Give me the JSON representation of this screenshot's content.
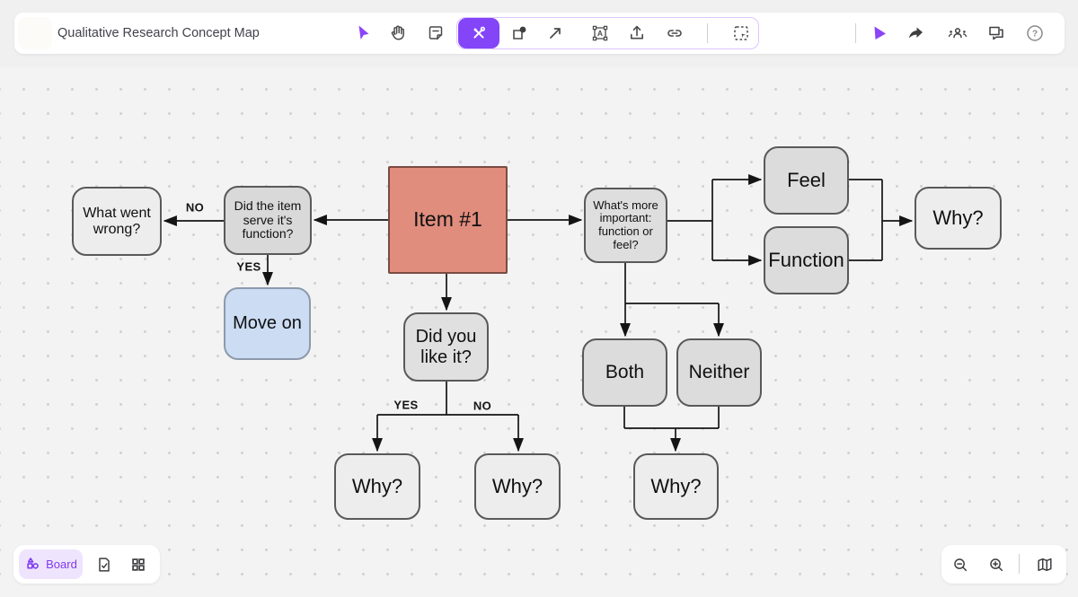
{
  "app": {
    "title": "Qualitative Research Concept Map"
  },
  "colors": {
    "accent_purple": "#8444f8",
    "light_purple_border": "#dcc6fb",
    "board_tab_bg": "#efe4fd",
    "board_tab_text": "#7e3bf0",
    "node_gray_light": "#ededed",
    "node_gray_mid": "#d9d9d9",
    "node_blue": "#cbdcf3",
    "node_red": "#e08d7e",
    "canvas_bg": "#f3f3f3",
    "dot_color": "#d2d2d2"
  },
  "toolbar": {
    "left_tools": [
      {
        "name": "select-tool",
        "icon": "cursor-icon",
        "active": false
      },
      {
        "name": "pan-tool",
        "icon": "hand-icon",
        "active": false
      },
      {
        "name": "note-tool",
        "icon": "sticky-note-icon",
        "active": false
      },
      {
        "name": "tools-menu",
        "icon": "hammer-wrench-icon",
        "active": true
      },
      {
        "name": "shape-tool",
        "icon": "square-circle-icon",
        "active": false
      },
      {
        "name": "connector-tool",
        "icon": "arrow-up-right-icon",
        "active": false
      },
      {
        "name": "text-tool",
        "icon": "text-frame-icon",
        "active": false
      },
      {
        "name": "upload-tool",
        "icon": "upload-icon",
        "active": false
      },
      {
        "name": "link-tool",
        "icon": "link-icon",
        "active": false
      },
      {
        "name": "marquee-tool",
        "icon": "dashed-select-icon",
        "active": false
      }
    ],
    "right_tools": [
      {
        "name": "present-mode",
        "icon": "play-cursor-icon"
      },
      {
        "name": "share",
        "icon": "share-arrow-icon"
      },
      {
        "name": "collaborators",
        "icon": "people-icon"
      },
      {
        "name": "comments",
        "icon": "chat-icon"
      },
      {
        "name": "help",
        "icon": "question-circle-icon"
      }
    ]
  },
  "footer": {
    "board_label": "Board",
    "left_icons": [
      "board-shapes-icon",
      "doc-check-icon",
      "grid-icon"
    ],
    "right_icons": [
      "zoom-out-icon",
      "zoom-in-icon",
      "minimap-icon"
    ]
  },
  "diagram": {
    "nodes": [
      {
        "id": "what-went-wrong",
        "label": "What went wrong?",
        "fill": "#ededed"
      },
      {
        "id": "did-item-serve",
        "label": "Did the item serve it's function?",
        "fill": "#d9d9d9"
      },
      {
        "id": "move-on",
        "label": "Move on",
        "fill": "#cbdcf3"
      },
      {
        "id": "item-1",
        "label": "Item #1",
        "fill": "#e08d7e"
      },
      {
        "id": "did-you-like-it",
        "label": "Did you like it?",
        "fill": "#e0e0e0"
      },
      {
        "id": "whats-more-important",
        "label": "What's more important: function or feel?",
        "fill": "#dedede"
      },
      {
        "id": "feel",
        "label": "Feel",
        "fill": "#dcdcdc"
      },
      {
        "id": "function",
        "label": "Function",
        "fill": "#dcdcdc"
      },
      {
        "id": "why-right",
        "label": "Why?",
        "fill": "#ededed"
      },
      {
        "id": "both",
        "label": "Both",
        "fill": "#dcdcdc"
      },
      {
        "id": "neither",
        "label": "Neither",
        "fill": "#dcdcdc"
      },
      {
        "id": "why-yes",
        "label": "Why?",
        "fill": "#ededed"
      },
      {
        "id": "why-no",
        "label": "Why?",
        "fill": "#ededed"
      },
      {
        "id": "why-both-neither",
        "label": "Why?",
        "fill": "#ededed"
      }
    ],
    "edges": [
      {
        "from": "item-1",
        "to": "did-item-serve",
        "label": ""
      },
      {
        "from": "did-item-serve",
        "to": "what-went-wrong",
        "label": "NO"
      },
      {
        "from": "did-item-serve",
        "to": "move-on",
        "label": "YES"
      },
      {
        "from": "item-1",
        "to": "whats-more-important",
        "label": ""
      },
      {
        "from": "item-1",
        "to": "did-you-like-it",
        "label": ""
      },
      {
        "from": "did-you-like-it",
        "to": "why-yes",
        "label": "YES"
      },
      {
        "from": "did-you-like-it",
        "to": "why-no",
        "label": "NO"
      },
      {
        "from": "whats-more-important",
        "to": "feel",
        "label": ""
      },
      {
        "from": "whats-more-important",
        "to": "function",
        "label": ""
      },
      {
        "from": "feel",
        "to": "why-right",
        "label": ""
      },
      {
        "from": "function",
        "to": "why-right",
        "label": ""
      },
      {
        "from": "whats-more-important",
        "to": "both",
        "label": ""
      },
      {
        "from": "whats-more-important",
        "to": "neither",
        "label": ""
      },
      {
        "from": "both",
        "to": "why-both-neither",
        "label": ""
      },
      {
        "from": "neither",
        "to": "why-both-neither",
        "label": ""
      }
    ],
    "edge_labels": [
      {
        "text": "NO"
      },
      {
        "text": "YES"
      },
      {
        "text": "YES"
      },
      {
        "text": "NO"
      }
    ]
  }
}
